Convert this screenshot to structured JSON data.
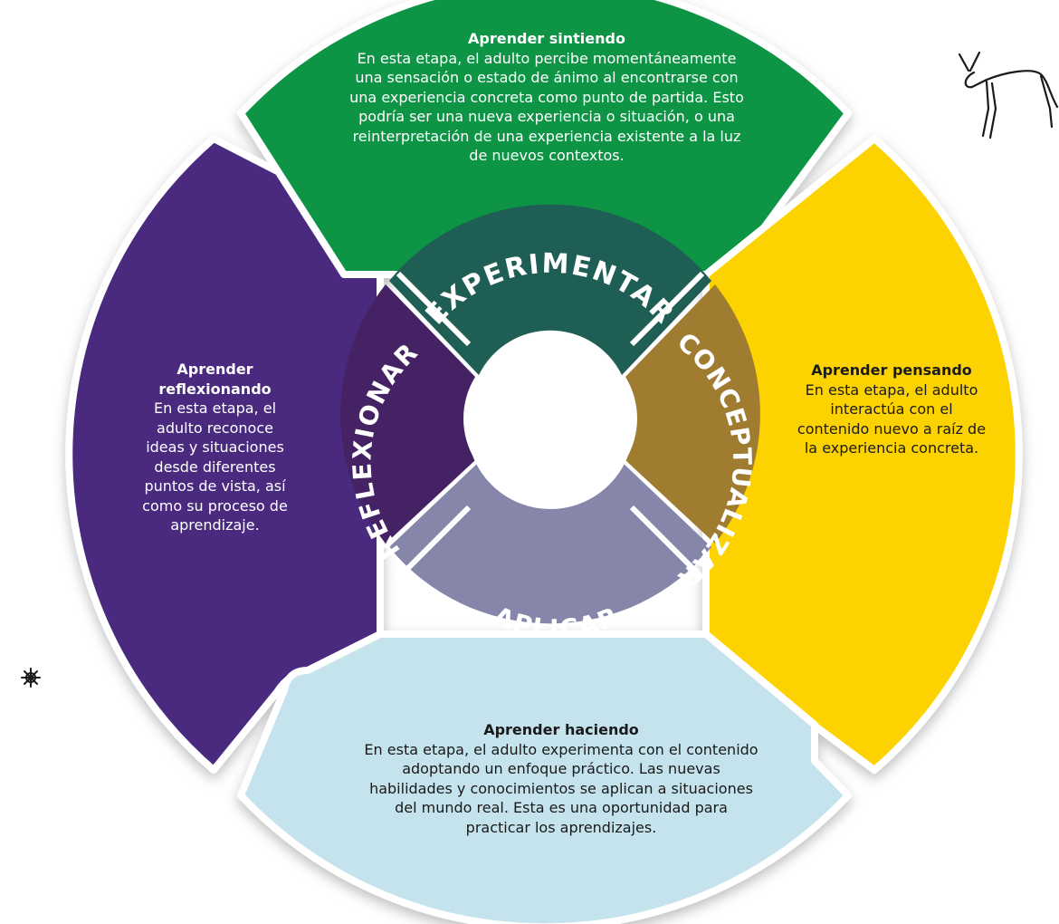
{
  "diagram": {
    "stages": [
      {
        "key": "experimentar",
        "label": "EXPERIMENTAR",
        "title": "Aprender sintiendo",
        "body": "En esta etapa, el adulto percibe momentáneamente una sensación o estado de ánimo al encontrarse  con una experiencia concreta como punto de partida. Esto podría ser una nueva experiencia o situación, o una reinterpretación de una experiencia existente a la luz de nuevos contextos.",
        "outer_color": "#0c9444",
        "inner_color": "#1f5e55"
      },
      {
        "key": "conceptualizar",
        "label": "CONCEPTUALIZAR",
        "title": "Aprender pensando",
        "body": "En esta etapa, el adulto interactúa con el contenido nuevo a raíz de la experiencia concreta.",
        "outer_color": "#fcd306",
        "inner_color": "#a07c31"
      },
      {
        "key": "aplicar",
        "label": "APLICAR",
        "title": "Aprender haciendo",
        "body": "En esta etapa, el adulto experimenta con el contenido adoptando un enfoque práctico. Las nuevas habilidades y conocimientos se aplican a situaciones del mundo real. Esta es una oportunidad para practicar los aprendizajes.",
        "outer_color": "#c4e3ec",
        "inner_color": "#8686ab"
      },
      {
        "key": "reflexionar",
        "label": "REFLEXIONAR",
        "title": "Aprender reflexionando",
        "body": "En esta etapa, el adulto reconoce ideas y situaciones desde diferentes puntos de vista, así como su proceso de aprendizaje.",
        "outer_color": "#482a7f",
        "inner_color": "#442264"
      }
    ],
    "decorations": [
      "antelope-drawing",
      "sun-icon"
    ]
  }
}
